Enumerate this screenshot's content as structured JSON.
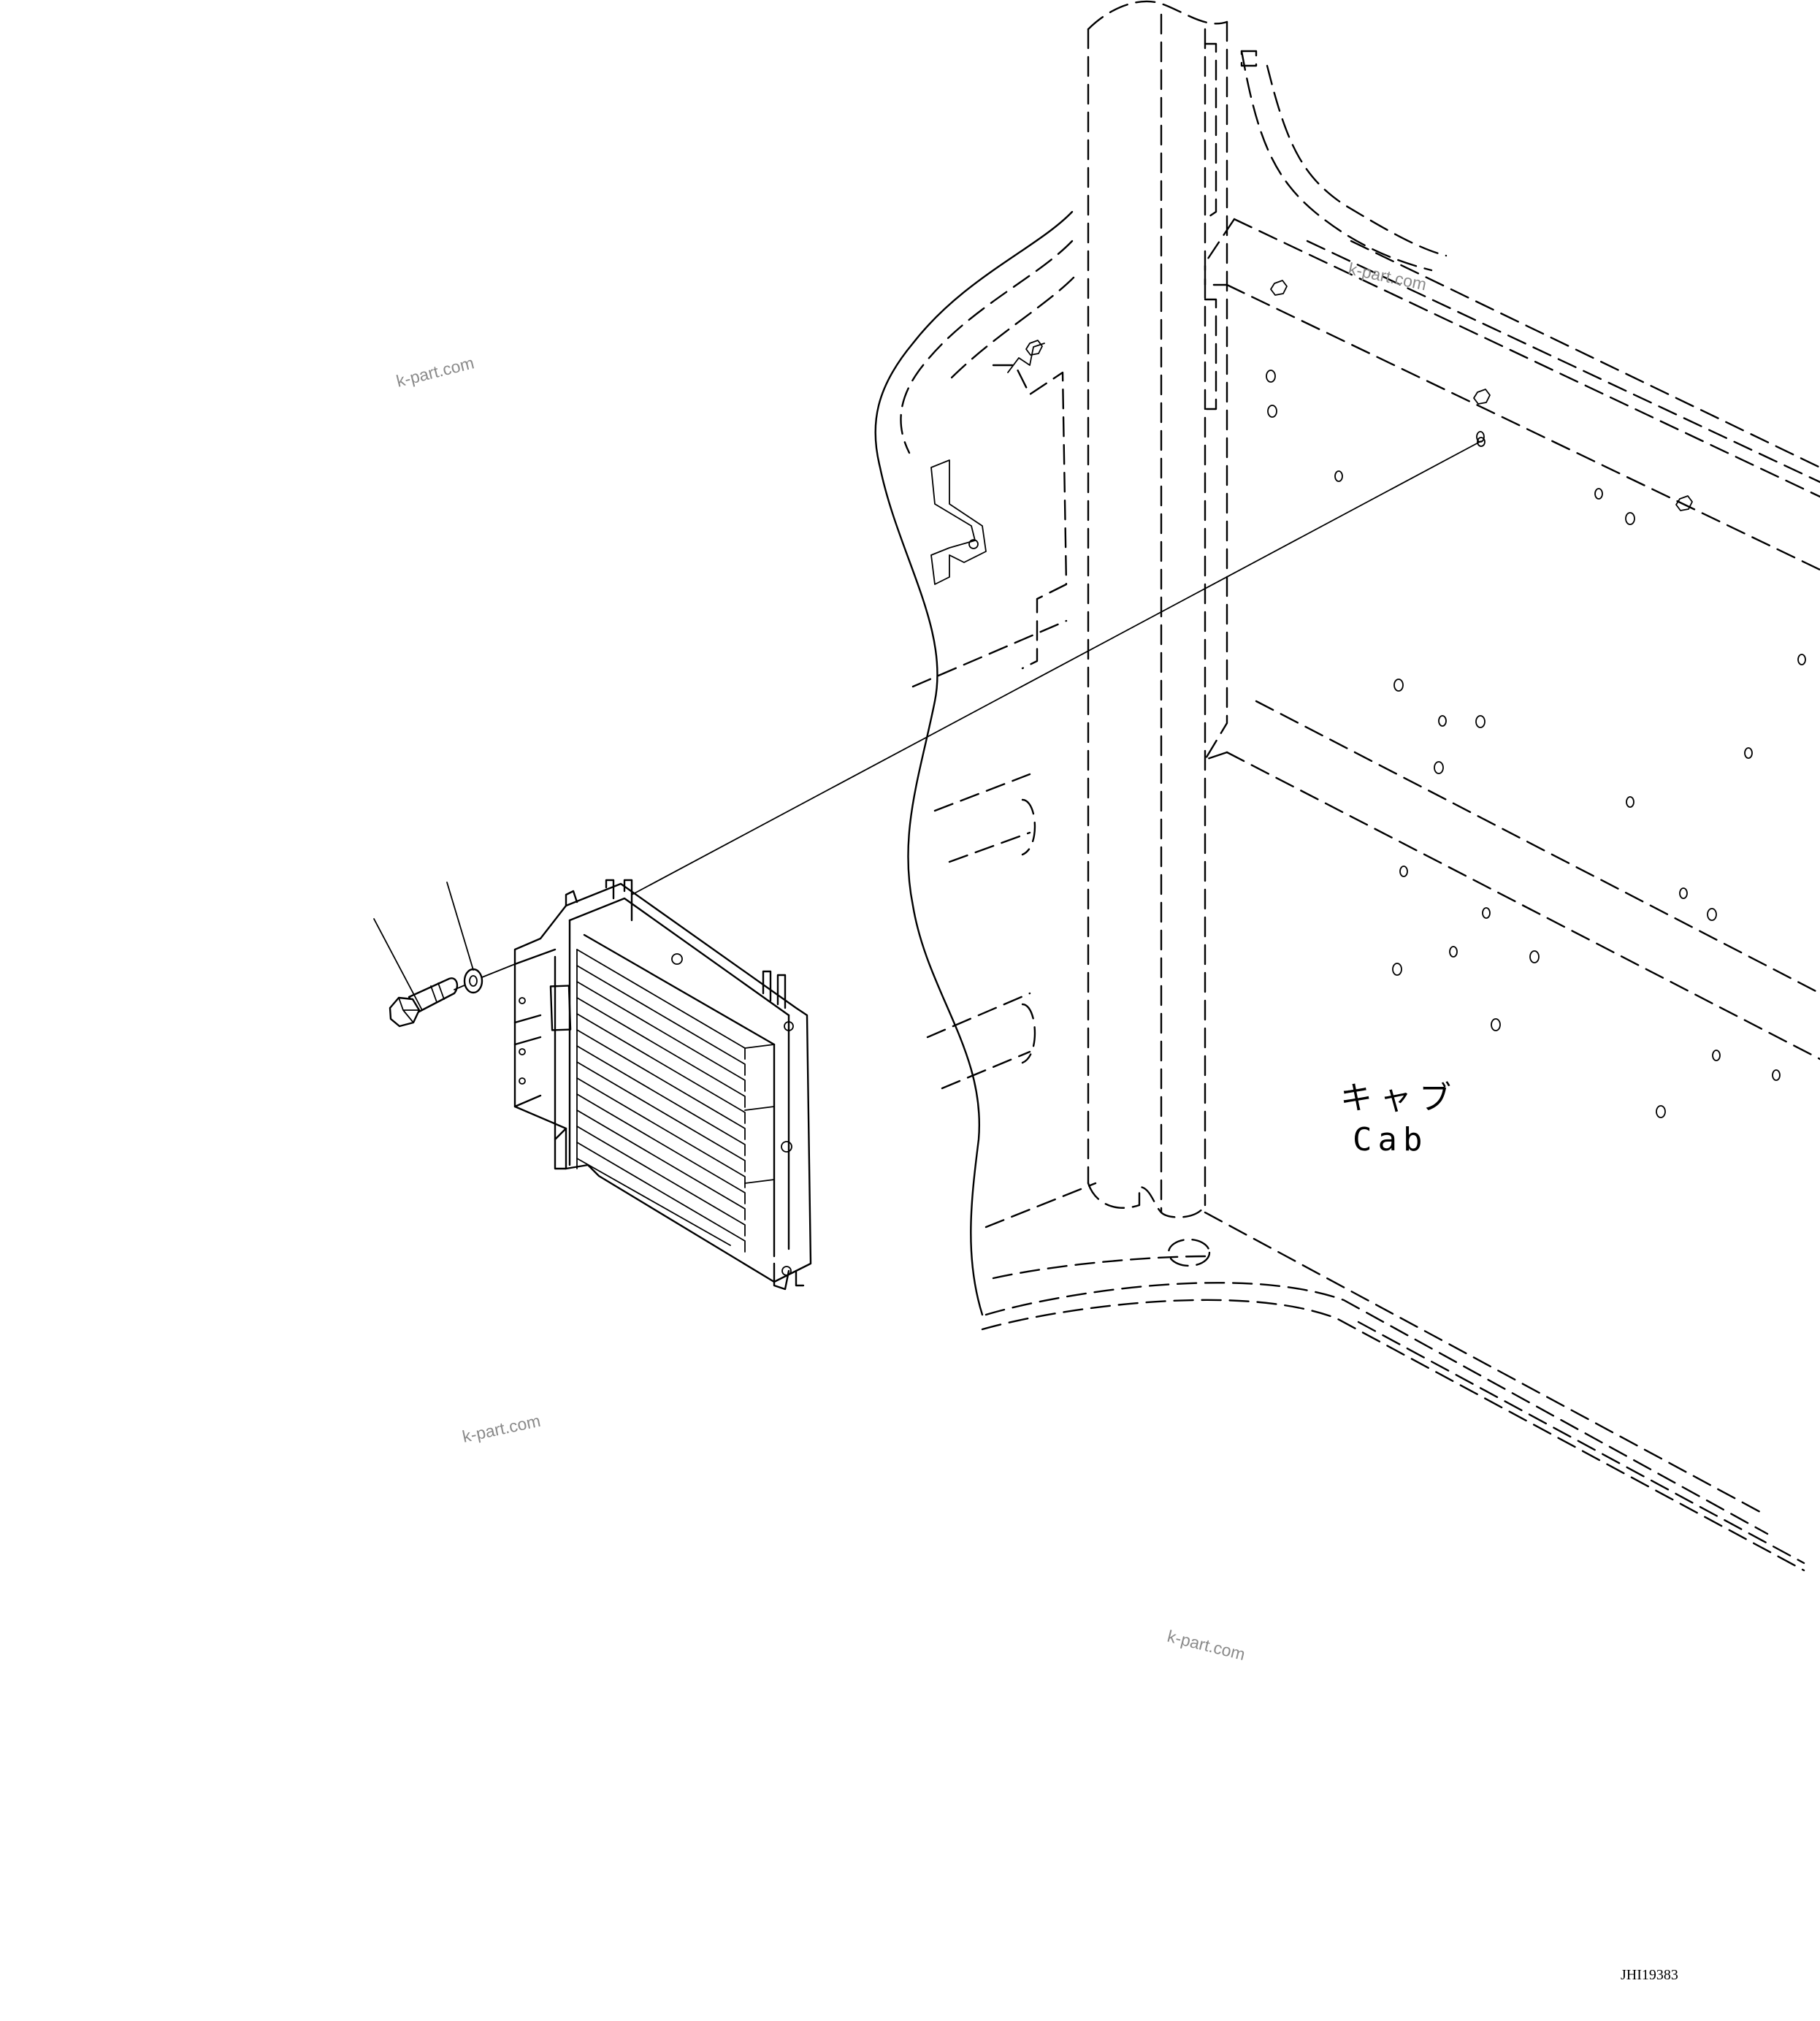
{
  "diagram": {
    "label_jp": "キャブ",
    "label_en": "Cab",
    "drawing_id": "JHI19383",
    "watermarks": [
      "k-part.com",
      "k-part.com",
      "k-part.com",
      "k-part.com"
    ]
  }
}
